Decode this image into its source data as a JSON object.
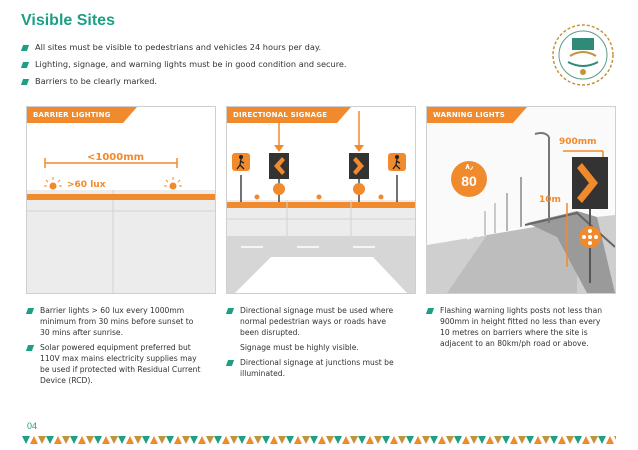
{
  "page": {
    "title": "Visible Sites",
    "bullets": [
      "All sites must be visible to pedestrians and vehicles 24 hours per day.",
      "Lighting, signage, and warning lights must be in good condition and secure.",
      "Barriers to be clearly marked."
    ],
    "page_number": "04"
  },
  "panels": {
    "barrier": {
      "label": "BARRIER LIGHTING",
      "dimension": "<1000mm",
      "lux": ">60 lux"
    },
    "signage": {
      "label": "DIRECTIONAL SIGNAGE"
    },
    "warning": {
      "label": "WARNING LIGHTS",
      "height": "900mm",
      "distance": "10m",
      "speed_sign_top": "٨٫",
      "speed_sign_value": "80"
    }
  },
  "columns": {
    "barrier": [
      "Barrier lights > 60 lux every 1000mm minimum from 30 mins before sunset to 30 mins after sunrise.",
      "Solar powered equipment preferred but 110V max mains electricity supplies may be used if protected with Residual Current Device (RCD)."
    ],
    "signage": {
      "b1": "Directional signage must be used where normal pedestrian ways or roads have been disrupted.",
      "note": "Signage must be highly visible.",
      "b2": "Directional signage at junctions must be illuminated."
    },
    "warning": [
      "Flashing warning lights posts not less than 900mm in height fitted no less than every 10 metres on barriers where the site is adjacent to an 80km/ph road or above."
    ]
  },
  "colors": {
    "accent_green": "#1e9e84",
    "accent_orange": "#f08a2c",
    "seal_brown": "#c4943c"
  }
}
